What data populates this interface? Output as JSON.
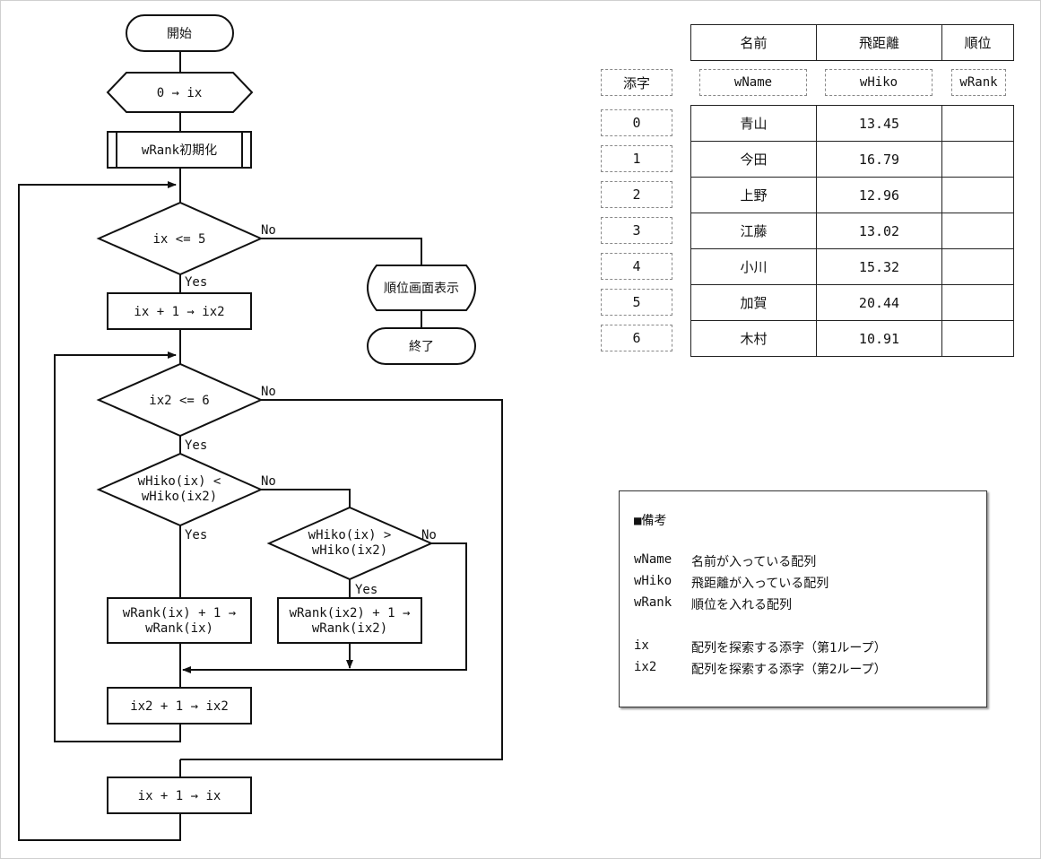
{
  "flowchart": {
    "start": "開始",
    "init_ix": "0 → ix",
    "init_rank": "wRank初期化",
    "cond_outer": "ix <= 5",
    "label_no_outer": "No",
    "label_yes_outer": "Yes",
    "display_rank": "順位画面表示",
    "end": "終了",
    "set_ix2": "ix + 1 → ix2",
    "cond_inner": "ix2 <= 6",
    "label_no_inner": "No",
    "label_yes_inner": "Yes",
    "cond_less_l1": "wHiko(ix) <",
    "cond_less_l2": "wHiko(ix2)",
    "label_no_less": "No",
    "label_yes_less": "Yes",
    "cond_greater_l1": "wHiko(ix) >",
    "cond_greater_l2": "wHiko(ix2)",
    "label_no_greater": "No",
    "label_yes_greater": "Yes",
    "inc_rank_ix_l1": "wRank(ix) + 1 →",
    "inc_rank_ix_l2": "wRank(ix)",
    "inc_rank_ix2_l1": "wRank(ix2) + 1 →",
    "inc_rank_ix2_l2": "wRank(ix2)",
    "inc_ix2": "ix2 + 1 → ix2",
    "inc_ix": "ix + 1 → ix"
  },
  "table": {
    "headers": [
      "名前",
      "飛距離",
      "順位"
    ],
    "index_label": "添字",
    "array_names": [
      "wName",
      "wHiko",
      "wRank"
    ],
    "rows": [
      {
        "index": "0",
        "name": "青山",
        "distance": "13.45",
        "rank": ""
      },
      {
        "index": "1",
        "name": "今田",
        "distance": "16.79",
        "rank": ""
      },
      {
        "index": "2",
        "name": "上野",
        "distance": "12.96",
        "rank": ""
      },
      {
        "index": "3",
        "name": "江藤",
        "distance": "13.02",
        "rank": ""
      },
      {
        "index": "4",
        "name": "小川",
        "distance": "15.32",
        "rank": ""
      },
      {
        "index": "5",
        "name": "加賀",
        "distance": "20.44",
        "rank": ""
      },
      {
        "index": "6",
        "name": "木村",
        "distance": "10.91",
        "rank": ""
      }
    ]
  },
  "notes": {
    "title": "■備考",
    "items": [
      {
        "key": "wName",
        "desc": "名前が入っている配列"
      },
      {
        "key": "wHiko",
        "desc": "飛距離が入っている配列"
      },
      {
        "key": "wRank",
        "desc": "順位を入れる配列"
      },
      {
        "key": "ix",
        "desc": "配列を探索する添字（第1ループ）"
      },
      {
        "key": "ix2",
        "desc": "配列を探索する添字（第2ループ）"
      }
    ]
  }
}
